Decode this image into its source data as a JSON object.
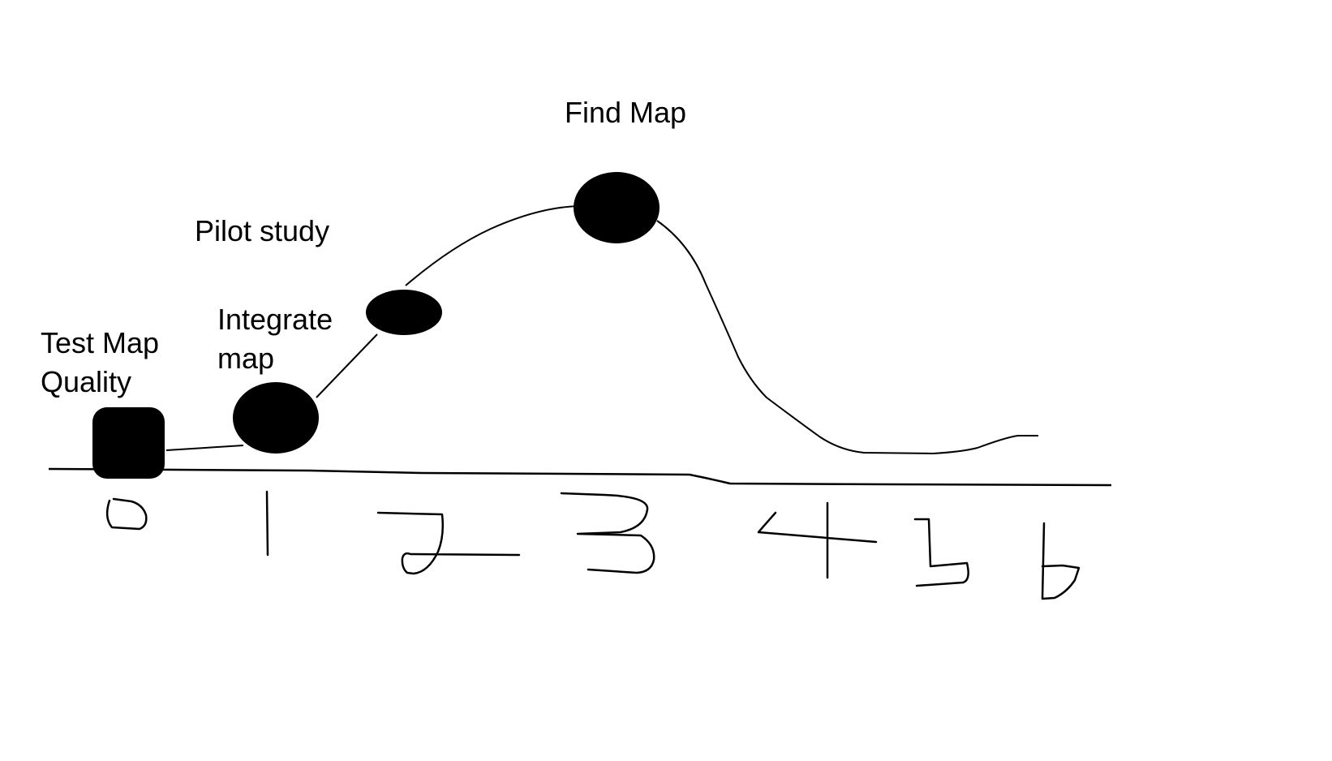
{
  "colors": {
    "background": "#ffffff",
    "ink": "#000000"
  },
  "labels": {
    "find_map": "Find Map",
    "pilot_study": "Pilot study",
    "integrate_map_line1": "Integrate",
    "integrate_map_line2": "map",
    "test_map_quality_line1": "Test Map",
    "test_map_quality_line2": "Quality"
  },
  "axis_numbers": [
    "0",
    "1",
    "2",
    "3",
    "4",
    "5",
    "6"
  ],
  "milestones": [
    {
      "name": "test-map-quality",
      "marker": "rounded-square"
    },
    {
      "name": "integrate-map",
      "marker": "circle"
    },
    {
      "name": "pilot-study",
      "marker": "ellipse"
    },
    {
      "name": "find-map",
      "marker": "circle"
    }
  ]
}
